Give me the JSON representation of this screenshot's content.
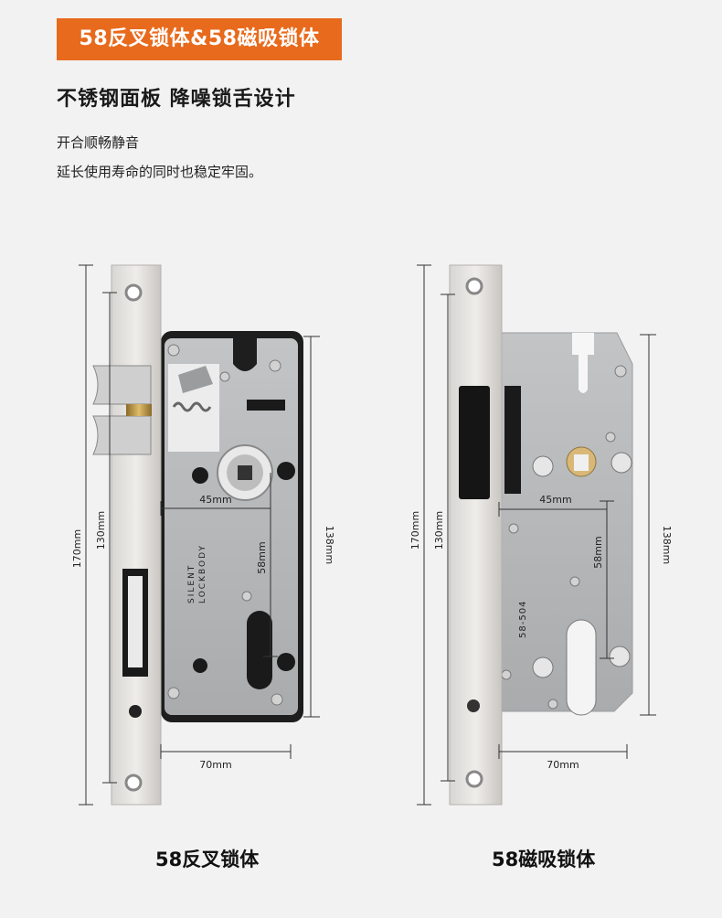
{
  "banner": {
    "text": "58反叉锁体&58磁吸锁体",
    "color": "#e86a1c"
  },
  "headline": "不锈钢面板 降噪锁舌设计",
  "description": [
    "开合顺畅静音",
    "延长使用寿命的同时也稳定牢固。"
  ],
  "left_lock": {
    "caption": "58反叉锁体",
    "dim_170": "170mm",
    "dim_130": "130mm",
    "dim_138": "138mm",
    "dim_58": "58mm",
    "dim_45": "45mm",
    "dim_70": "70mm",
    "body_label_1": "SILENT",
    "body_label_2": "LOCKBODY"
  },
  "right_lock": {
    "caption": "58磁吸锁体",
    "dim_170": "170mm",
    "dim_130": "130mm",
    "dim_138": "138mm",
    "dim_58": "58mm",
    "dim_45": "45mm",
    "dim_70": "70mm",
    "body_label": "58-504"
  }
}
